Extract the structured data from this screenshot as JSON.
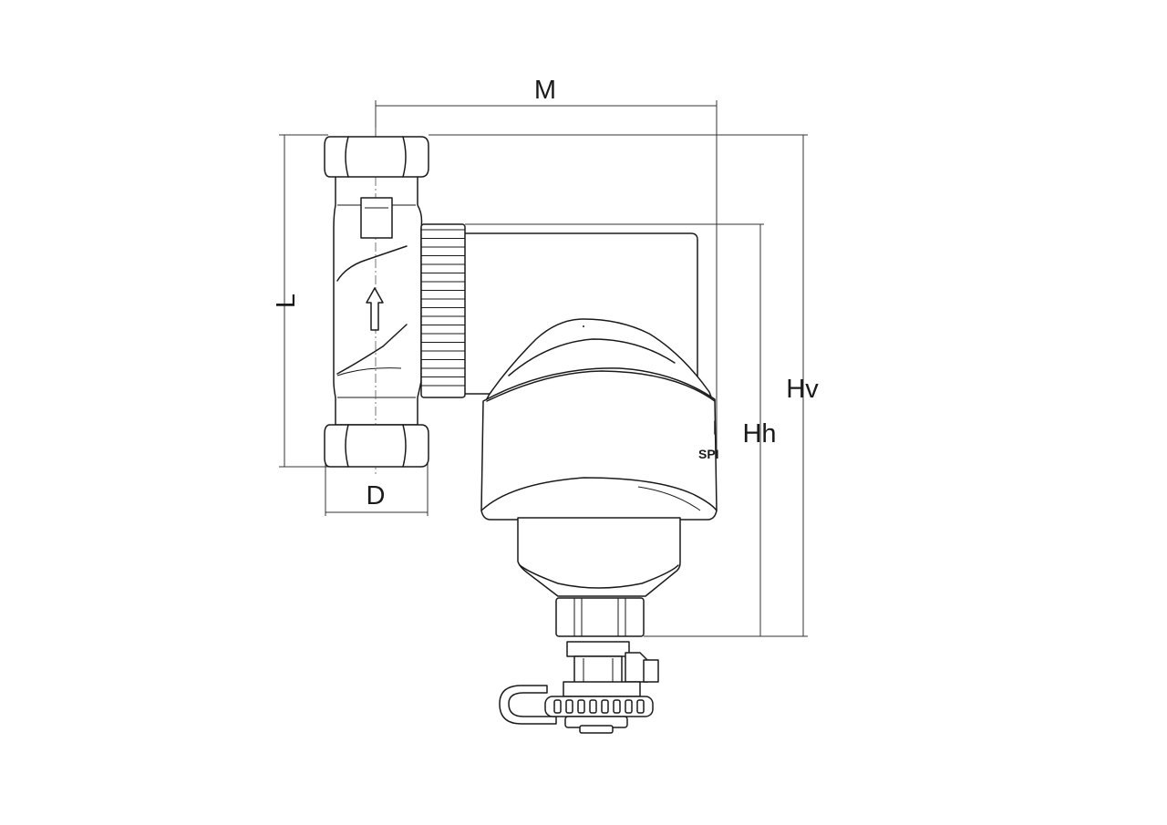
{
  "diagram": {
    "dimension_labels": {
      "M": "M",
      "L": "L",
      "D": "D",
      "Hv": "Hv",
      "Hh": "Hh"
    },
    "logo_text": "SPI"
  }
}
